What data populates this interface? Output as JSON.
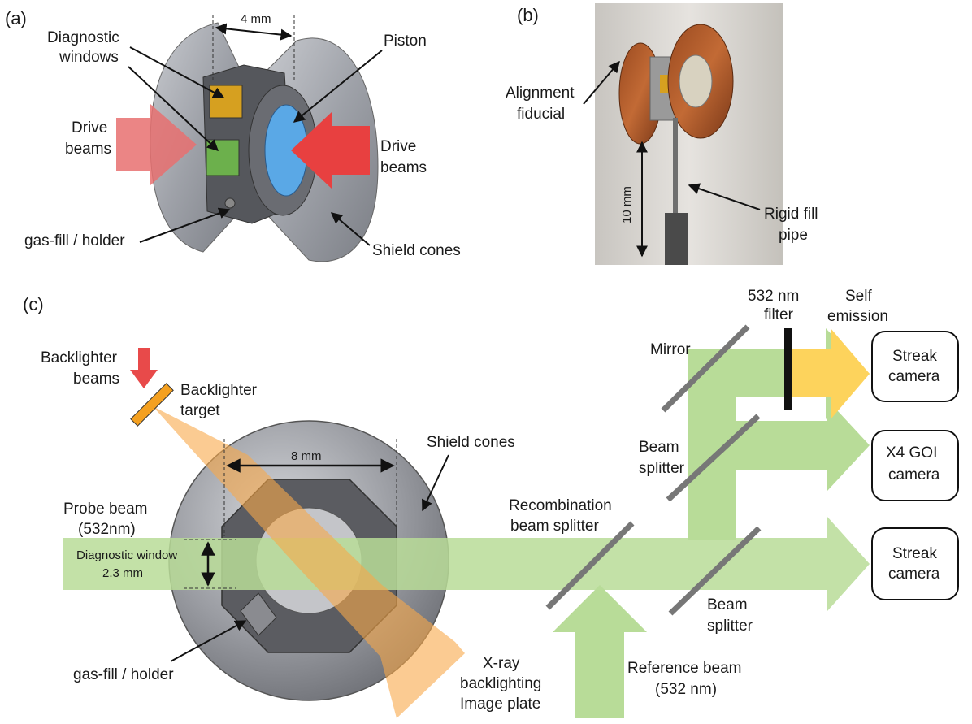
{
  "panels": {
    "a": {
      "tag": "(a)",
      "dimension": "4 mm",
      "labels": {
        "diagnostic_windows_1": "Diagnostic",
        "diagnostic_windows_2": "windows",
        "piston": "Piston",
        "drive_beams_left_1": "Drive",
        "drive_beams_left_2": "beams",
        "drive_beams_right_1": "Drive",
        "drive_beams_right_2": "beams",
        "gas_fill": "gas-fill / holder",
        "shield_cones": "Shield cones"
      }
    },
    "b": {
      "tag": "(b)",
      "dimension": "10 mm",
      "labels": {
        "alignment_1": "Alignment",
        "alignment_2": "fiducial",
        "fill_pipe_1": "Rigid fill",
        "fill_pipe_2": "pipe"
      }
    },
    "c": {
      "tag": "(c)",
      "dimension_8": "8 mm",
      "labels": {
        "backlighter_beams_1": "Backlighter",
        "backlighter_beams_2": "beams",
        "backlighter_target_1": "Backlighter",
        "backlighter_target_2": "target",
        "shield_cones": "Shield cones",
        "probe_beam_1": "Probe beam",
        "probe_beam_2": "(532nm)",
        "diag_window_1": "Diagnostic window",
        "diag_window_2": "2.3 mm",
        "gas_fill": "gas-fill / holder",
        "xray_1": "X-ray",
        "xray_2": "backlighting",
        "xray_3": "Image plate",
        "recomb_1": "Recombination",
        "recomb_2": "beam splitter",
        "reference_1": "Reference beam",
        "reference_2": "(532 nm)",
        "mirror": "Mirror",
        "beam_splitter_top_1": "Beam",
        "beam_splitter_top_2": "splitter",
        "beam_splitter_bottom_1": "Beam",
        "beam_splitter_bottom_2": "splitter",
        "filter_1": "532 nm",
        "filter_2": "filter",
        "self_emission_1": "Self",
        "self_emission_2": "emission",
        "streak_top_1": "Streak",
        "streak_top_2": "camera",
        "goi_1": "X4 GOI",
        "goi_2": "camera",
        "streak_bottom_1": "Streak",
        "streak_bottom_2": "camera"
      }
    }
  },
  "colors": {
    "probe_green": "#b8dc98",
    "self_emission_yellow": "#fdd35c",
    "xray_orange": "#f9a84a",
    "drive_red": "#e84a4a",
    "window_blue": "#5aa8e6",
    "window_green": "#6cb04c",
    "window_amber": "#d6a020"
  }
}
